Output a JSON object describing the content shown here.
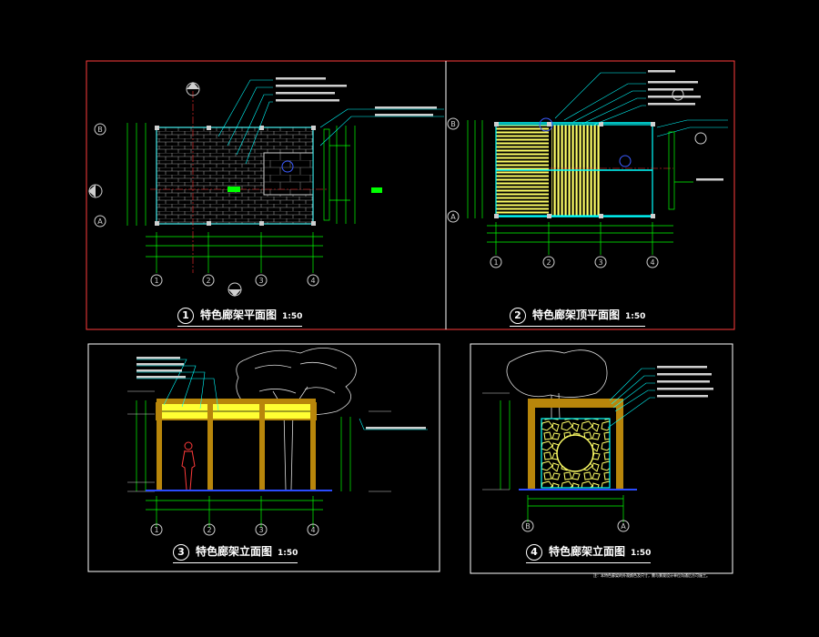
{
  "drawings": [
    {
      "id": 1,
      "title": "特色廊架平面图",
      "scale": "1:50"
    },
    {
      "id": 2,
      "title": "特色廊架顶平面图",
      "scale": "1:50"
    },
    {
      "id": 3,
      "title": "特色廊架立面图",
      "scale": "1:50"
    },
    {
      "id": 4,
      "title": "特色廊架立面图",
      "scale": "1:50"
    }
  ],
  "grid_axes": {
    "numbered": [
      "1",
      "2",
      "3",
      "4"
    ],
    "lettered": [
      "A",
      "B"
    ]
  },
  "footnote": "注：本特色廊架的外观颜色及尺寸，需与景观设计单位沟通后方可施工。",
  "colors": {
    "background": "#000000",
    "frame": "#ff0000",
    "dimension": "#00ff00",
    "leader": "#00ffff",
    "beam": "#ffff00",
    "column": "#b8860b",
    "tree": "#ffffff",
    "axis_centerline": "#ff0000",
    "marker": "#0000ff"
  }
}
